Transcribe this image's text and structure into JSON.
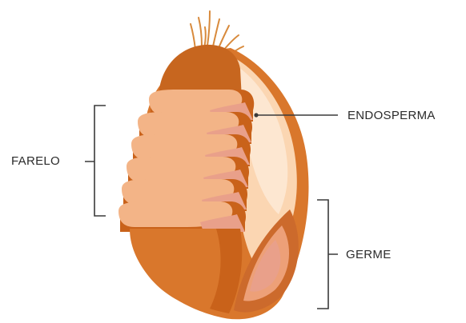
{
  "labels": {
    "farelo": "FARELO",
    "endosperma": "ENDOSPERMA",
    "germe": "GERME"
  },
  "colors": {
    "text": "#2b2b2b",
    "leader": "#3a3a3a",
    "hairs": "#d88a3c",
    "brush_cap": "#c7661f",
    "kernel_outer": "#d9772c",
    "kernel_shadow": "#c9621a",
    "endosperm": "#fbd6b2",
    "endosperm_light": "#fde7d1",
    "layer_light": "#f3b487",
    "layer_pink": "#e9a08a",
    "germ_dark": "#cc6a2c",
    "germ_light": "#eda078"
  }
}
